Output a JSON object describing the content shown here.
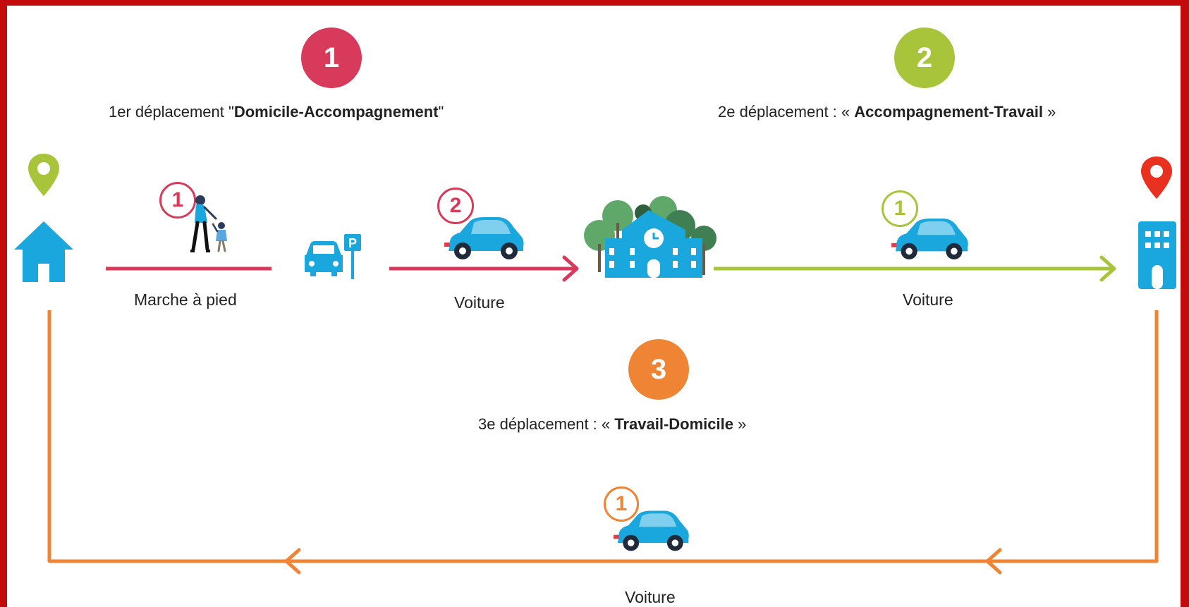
{
  "colors": {
    "step1": "#d83a5b",
    "step2": "#a8c43a",
    "step3": "#ef8434",
    "icon_blue": "#1aa7dd",
    "frame": "#c40b0b"
  },
  "steps": [
    {
      "number": "1",
      "heading_prefix": "1er déplacement \"",
      "heading_bold": "Domicile-Accompagnement",
      "heading_suffix": "\"",
      "segments": [
        {
          "number": "1",
          "mode": "Marche à pied",
          "icon": "walking-parent-child-icon"
        },
        {
          "number": "2",
          "mode": "Voiture",
          "icon": "car-icon"
        }
      ]
    },
    {
      "number": "2",
      "heading_prefix": "2e déplacement : « ",
      "heading_bold": "Accompagnement-Travail",
      "heading_suffix": " »",
      "segments": [
        {
          "number": "1",
          "mode": "Voiture",
          "icon": "car-icon"
        }
      ]
    },
    {
      "number": "3",
      "heading_prefix": "3e déplacement : « ",
      "heading_bold": "Travail-Domicile",
      "heading_suffix": " »",
      "segments": [
        {
          "number": "1",
          "mode": "Voiture",
          "icon": "car-icon"
        }
      ]
    }
  ],
  "places": {
    "home_icon": "house-icon",
    "parking_icon": "parking-icon",
    "school_icon": "school-icon",
    "office_icon": "office-building-icon",
    "home_pin": "location-pin-icon",
    "office_pin": "location-pin-icon"
  }
}
